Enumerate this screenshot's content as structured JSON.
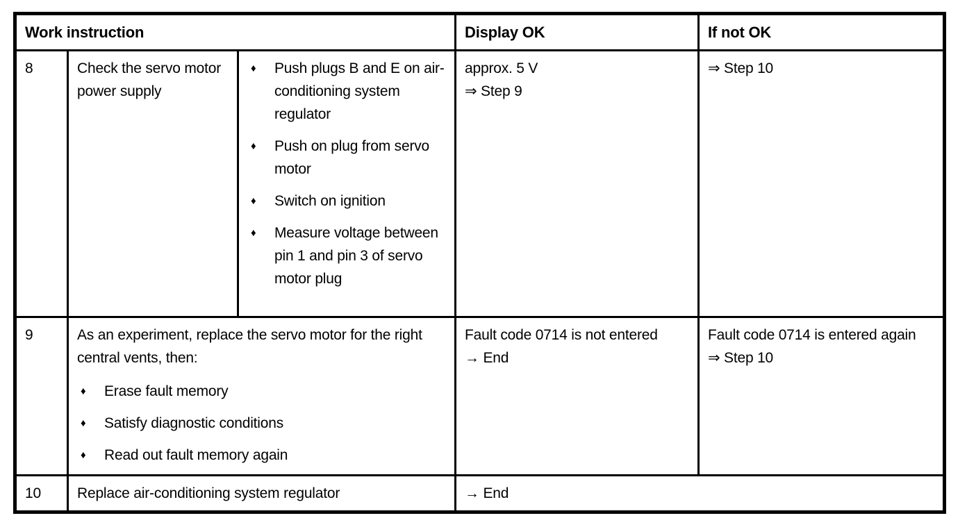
{
  "glyphs": {
    "bullet": "♦"
  },
  "table": {
    "header": {
      "work_instruction": "Work instruction",
      "display_ok": "Display OK",
      "if_not_ok": "If not OK"
    },
    "row8": {
      "step": "8",
      "task": "Check the servo motor power sup­ply",
      "actions": [
        "Push plugs B and E on air-conditioning system regulator",
        "Push on plug from servo motor",
        "Switch on ignition",
        "Measure voltage between pin 1 and pin 3 of servo motor plug"
      ],
      "display_ok_line1": "approx. 5 V",
      "display_ok_line2": "⇒ Step 9",
      "if_not_ok_line1": "⇒ Step 10"
    },
    "row9": {
      "step": "9",
      "task_intro": "As an experiment, replace the servo motor for the right central vents, then:",
      "actions": [
        "Erase fault memory",
        "Satisfy diagnostic conditions",
        "Read out fault memory again"
      ],
      "display_ok_line1": "Fault code 0714 is not entered",
      "display_ok_line2": "→ End",
      "if_not_ok_line1": "Fault code 0714 is entered again",
      "if_not_ok_line2": "⇒ Step 10"
    },
    "row10": {
      "step": "10",
      "task": "Replace air-conditioning system regulator",
      "result": "→ End"
    }
  }
}
